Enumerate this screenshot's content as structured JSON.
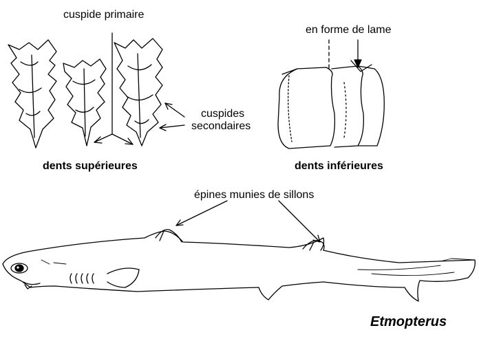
{
  "labels": {
    "primary_cusp": "cuspide primaire",
    "blade_shaped": "en forme de lame",
    "secondary_cusps_line1": "cuspides",
    "secondary_cusps_line2": "secondaires",
    "upper_teeth": "dents supérieures",
    "lower_teeth": "dents inférieures",
    "grooved_spines": "épines munies de sillons",
    "genus": "Etmopterus"
  }
}
